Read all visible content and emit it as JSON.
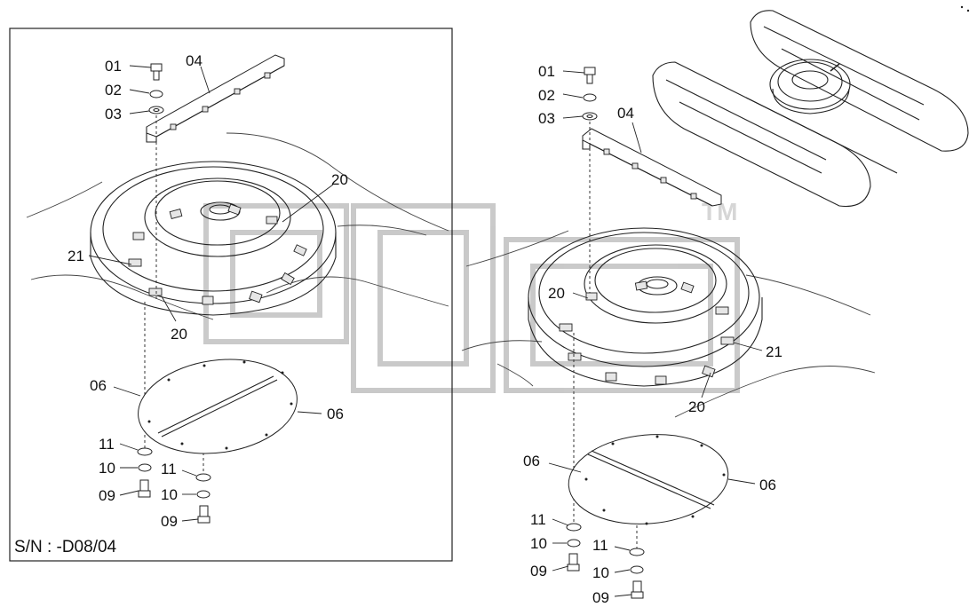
{
  "watermark": {
    "text": "and",
    "trademark": "TM"
  },
  "left_panel": {
    "serial": "S/N : -D08/04",
    "labels": {
      "p01": "01",
      "p02": "02",
      "p03": "03",
      "p04": "04",
      "p20a": "20",
      "p21": "21",
      "p20b": "20",
      "p06a": "06",
      "p06b": "06",
      "p11a": "11",
      "p10a": "10",
      "p09a": "09",
      "p11b": "11",
      "p10b": "10",
      "p09b": "09"
    }
  },
  "right_panel": {
    "labels": {
      "p01": "01",
      "p02": "02",
      "p03": "03",
      "p04": "04",
      "p20a": "20",
      "p21": "21",
      "p20b": "20",
      "p06a": "06",
      "p06b": "06",
      "p11a": "11",
      "p10a": "10",
      "p09a": "09",
      "p11b": "11",
      "p10b": "10",
      "p09b": "09"
    }
  },
  "colors": {
    "line": "#222222",
    "watermark": "#b5b5b5"
  }
}
